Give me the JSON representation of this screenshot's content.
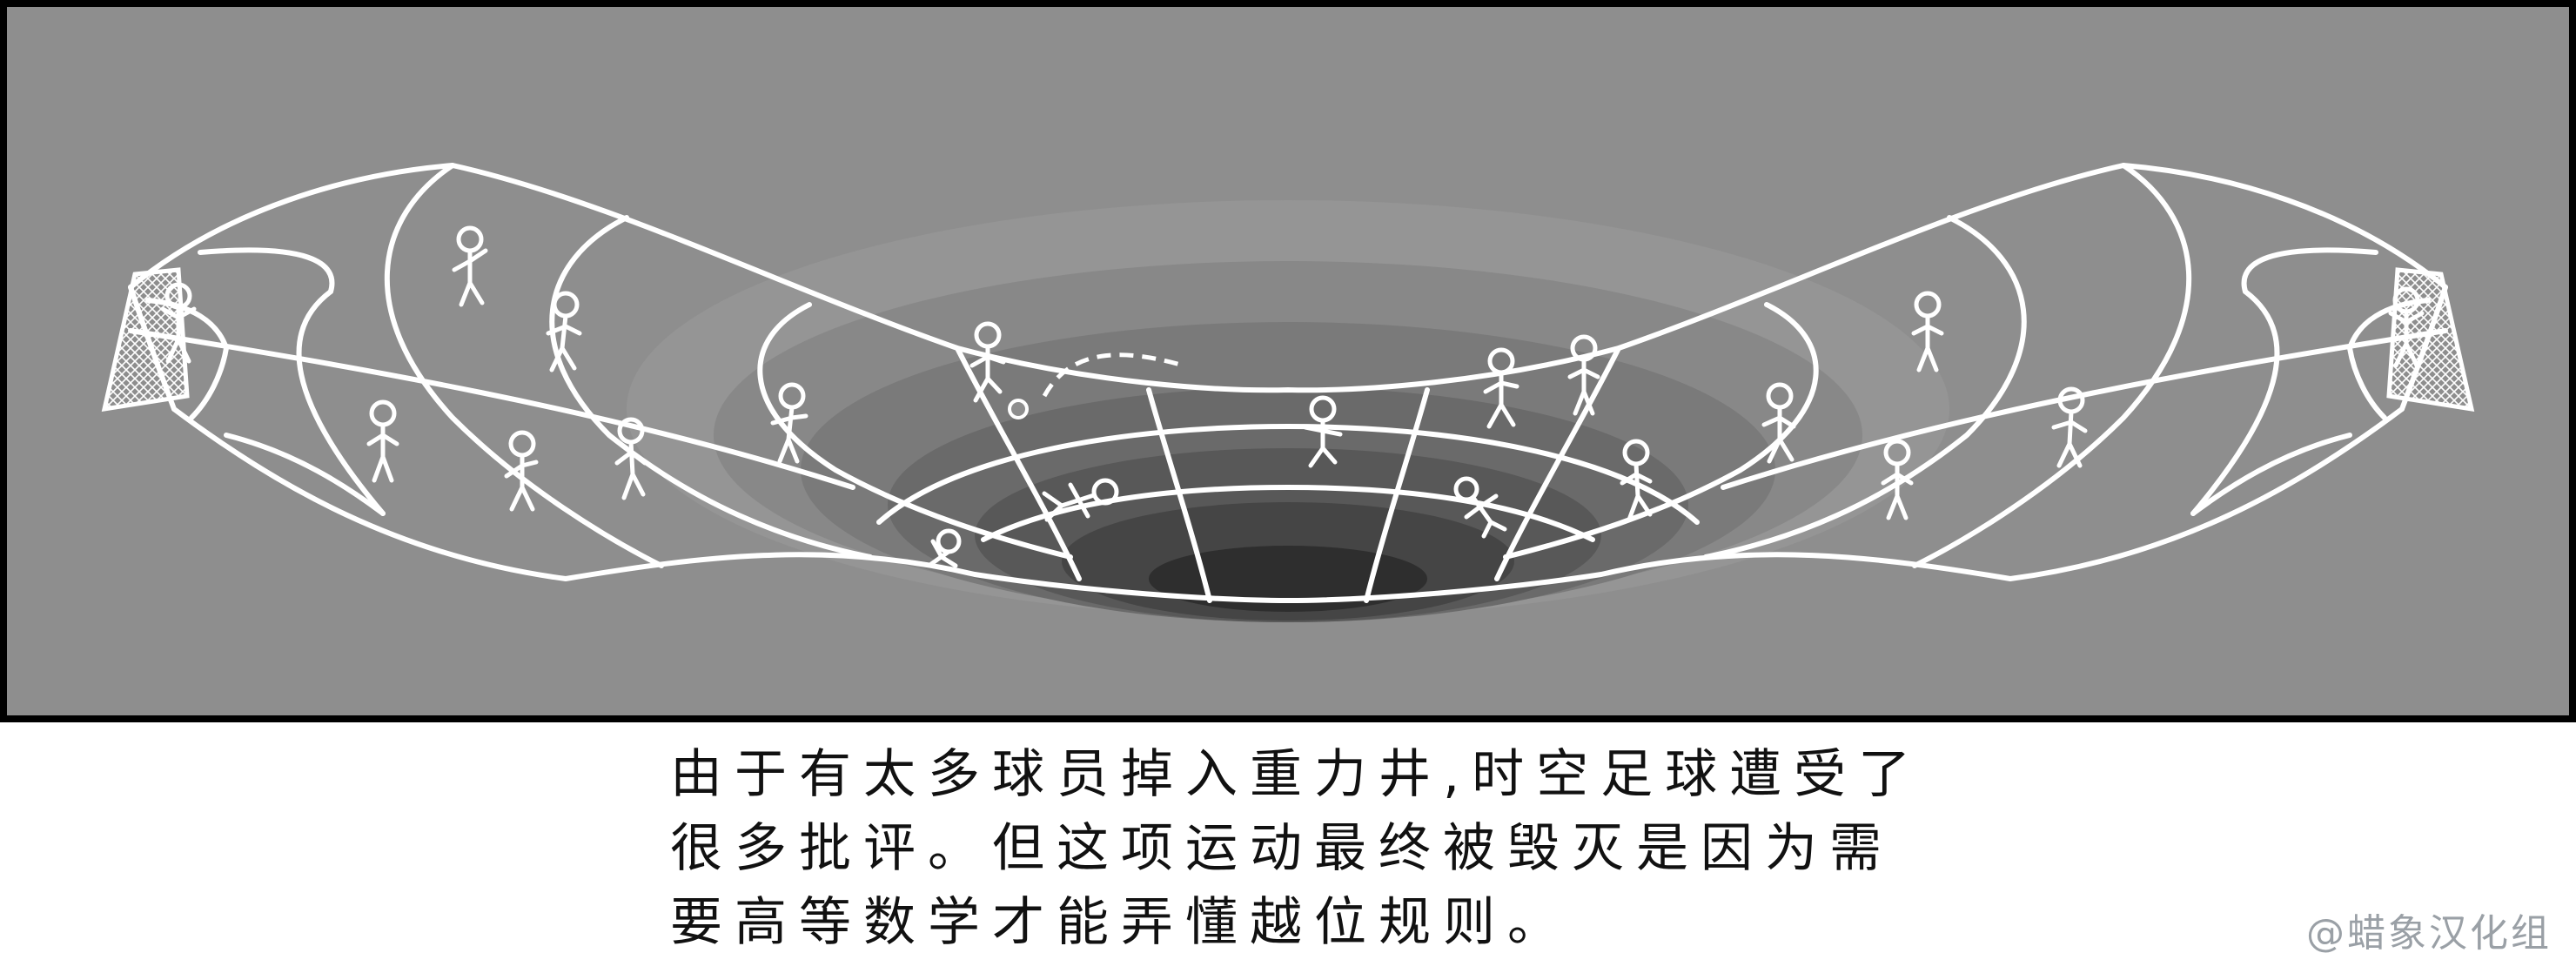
{
  "caption": {
    "lines": [
      "由于有太多球员掉入重力井,时空足球遭受了",
      "很多批评。但这项运动最终被毁灭是因为需",
      "要高等数学才能弄懂越位规则。"
    ]
  },
  "credit": "@蜡象汉化组",
  "colors": {
    "panel_background": "#8e8e8e",
    "panel_border": "#000000",
    "lines": "#ffffff",
    "well_dark": "#2e2e2e"
  },
  "icons": {
    "soccer_ball": "soccer-ball-icon",
    "goal_net": "goal-net-icon"
  }
}
